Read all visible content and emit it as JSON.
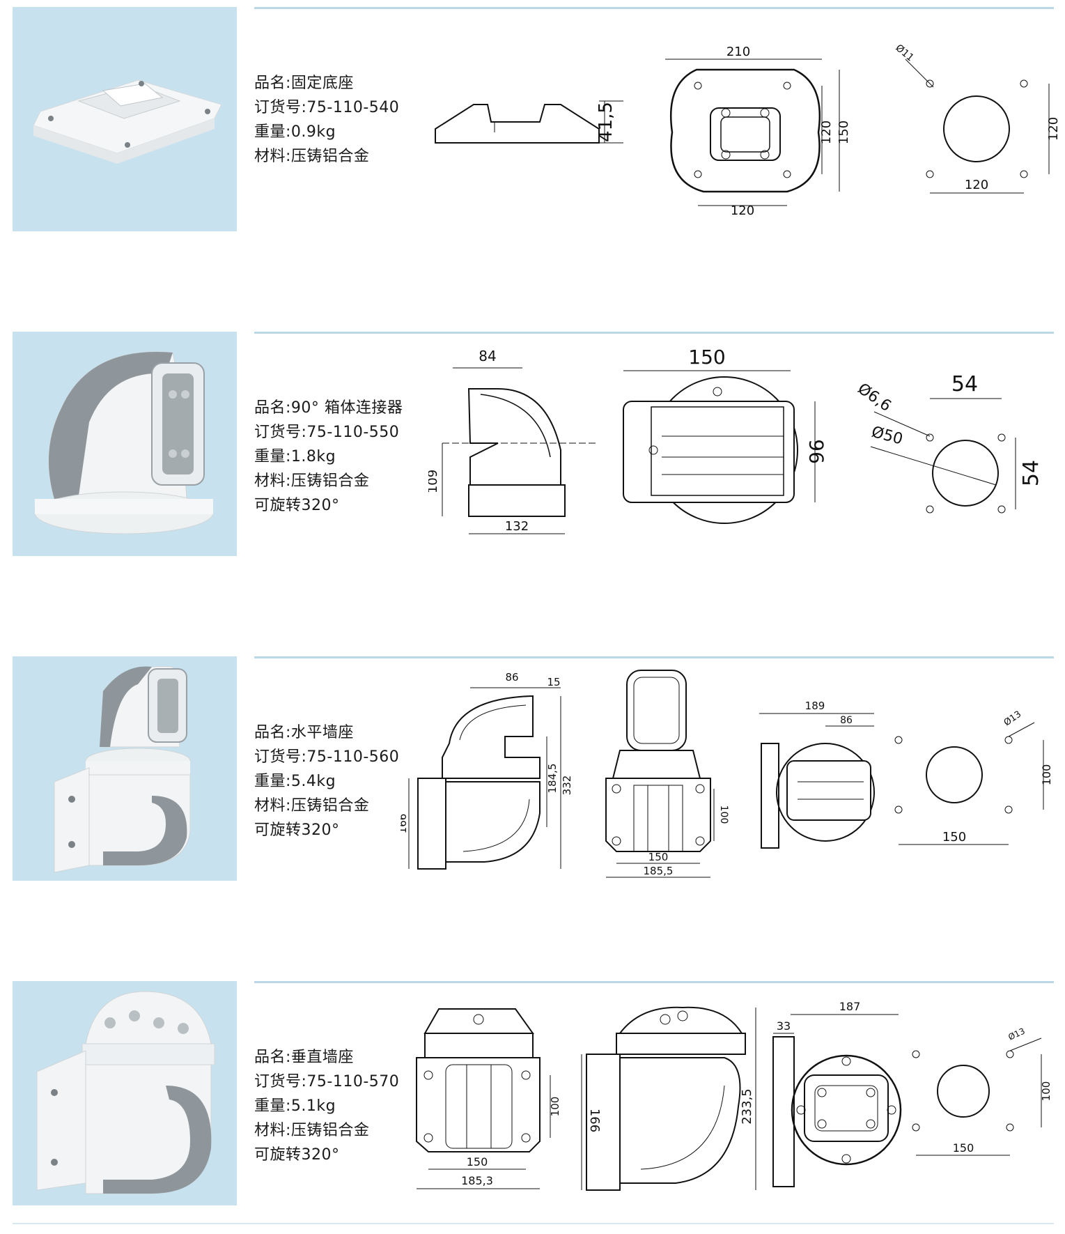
{
  "products": [
    {
      "name_line": "品名:固定底座",
      "order_line": "订货号:75-110-540",
      "weight_line": "重量:0.9kg",
      "material_line": "材料:压铸铝合金",
      "rotation_line": "",
      "dims": {
        "side_h": "41,5",
        "top_w": "210",
        "top_h1": "120",
        "top_h2": "150",
        "top_bottom": "120",
        "hole_d": "Ø11",
        "pattern_h": "120",
        "pattern_w": "120"
      }
    },
    {
      "name_line": "品名:90° 箱体连接器",
      "order_line": "订货号:75-110-550",
      "weight_line": "重量:1.8kg",
      "material_line": "材料:压铸铝合金",
      "rotation_line": "可旋转320°",
      "dims": {
        "side_top": "84",
        "side_h": "109",
        "side_bottom": "132",
        "front_w": "150",
        "front_h": "96",
        "hole_d": "Ø6,6",
        "center_d": "Ø50",
        "pattern_w": "54",
        "pattern_h": "54"
      }
    },
    {
      "name_line": "品名:水平墙座",
      "order_line": "订货号:75-110-560",
      "weight_line": "重量:5.4kg",
      "material_line": "材料:压铸铝合金",
      "rotation_line": "可旋转320°",
      "dims": {
        "side_top": "86",
        "side_top2": "15",
        "side_h1": "184,5",
        "side_h2": "332",
        "side_left": "166",
        "front_h": "100",
        "front_w1": "150",
        "front_w2": "185,5",
        "top_w": "189",
        "top_w2": "86",
        "hole_d": "Ø13",
        "pattern_h": "100",
        "pattern_w": "150"
      }
    },
    {
      "name_line": "品名:垂直墙座",
      "order_line": "订货号:75-110-570",
      "weight_line": "重量:5.1kg",
      "material_line": "材料:压铸铝合金",
      "rotation_line": "可旋转320°",
      "dims": {
        "front_h": "100",
        "front_w1": "150",
        "front_w2": "185,3",
        "side_left": "166",
        "side_h": "233,5",
        "back_w": "187",
        "back_offset": "33",
        "hole_d": "Ø13",
        "pattern_h": "100",
        "pattern_w": "150"
      }
    }
  ]
}
